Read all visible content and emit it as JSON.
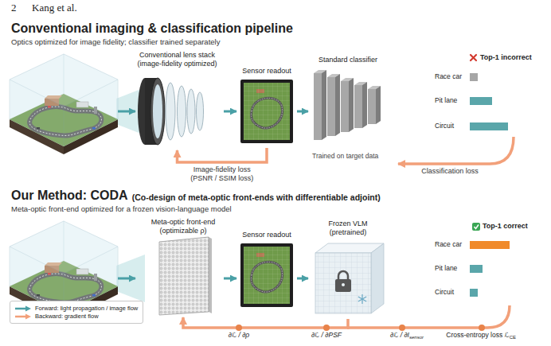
{
  "diagram": {
    "nodes": [
      {
        "text": [
          "Conventional lens stack (image-fidelity optimized)"
        ]
      },
      {
        "text": [
          "Sensor readout"
        ]
      },
      {
        "text": [
          "Standard classifier"
        ]
      },
      {
        "text": [
          "Meta-optic front-end (optimizable ρ)"
        ]
      },
      {
        "text": [
          "Sensor readout"
        ]
      },
      {
        "text": [
          "Frozen VLM (pretrained)"
        ]
      }
    ],
    "edges": [
      {
        "from": 0,
        "to": 1,
        "arrow": "to"
      },
      {
        "from": 1,
        "to": 2,
        "arrow": "to"
      },
      {
        "from": 1,
        "to": 0,
        "arrow": "to",
        "label": "Image-fidelity loss (PSNR / SSIM loss)"
      },
      {
        "from": 3,
        "to": 4,
        "arrow": "to"
      },
      {
        "from": 4,
        "to": 5,
        "arrow": "to"
      },
      {
        "from": 5,
        "to": 3,
        "arrow": "to"
      }
    ],
    "labels": [
      "2",
      "Kang et al.",
      "Conventional imaging & classification pipeline",
      "Optics optimized for image fidelity; classifier trained separately",
      "Top-1 incorrect",
      "Race car",
      "Pit lane",
      "Circuit",
      "Trained on target data",
      "Classification loss",
      "Our Method: CODA",
      "(Co-design of meta-optic front-ends with differentiable adjoint)",
      "Meta-optic front-end optimized for a frozen vision-language model",
      "Top-1 correct",
      "Race car",
      "Pit lane",
      "Circuit",
      "∂ℒ / ∂ρ",
      "∂ℒ / ∂PSF",
      "∂ℒ / ∂I",
      "sensor",
      "Cross-entropy loss ℒ",
      "CE"
    ],
    "legend": [
      {
        "text": "Forward: light propagation / image flow"
      },
      {
        "text": "Backward: gradient flow"
      }
    ]
  }
}
